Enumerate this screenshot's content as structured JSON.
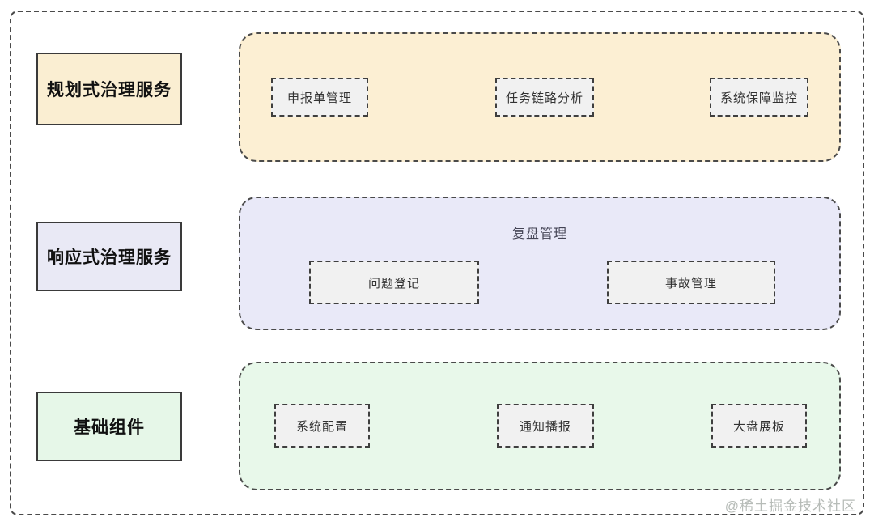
{
  "diagram": {
    "tiers": [
      {
        "label": "规划式治理服务",
        "items": [
          "申报单管理",
          "任务链路分析",
          "系统保障监控"
        ],
        "color": "#fcefd3"
      },
      {
        "label": "响应式治理服务",
        "group_title": "复盘管理",
        "items": [
          "问题登记",
          "事故管理"
        ],
        "color": "#e9e9f8"
      },
      {
        "label": "基础组件",
        "items": [
          "系统配置",
          "通知播报",
          "大盘展板"
        ],
        "color": "#e8f8ea"
      }
    ],
    "border_color": "#4a4a4a",
    "module_bg_color": "#f1f1f1"
  },
  "watermark": "@稀土掘金技术社区"
}
